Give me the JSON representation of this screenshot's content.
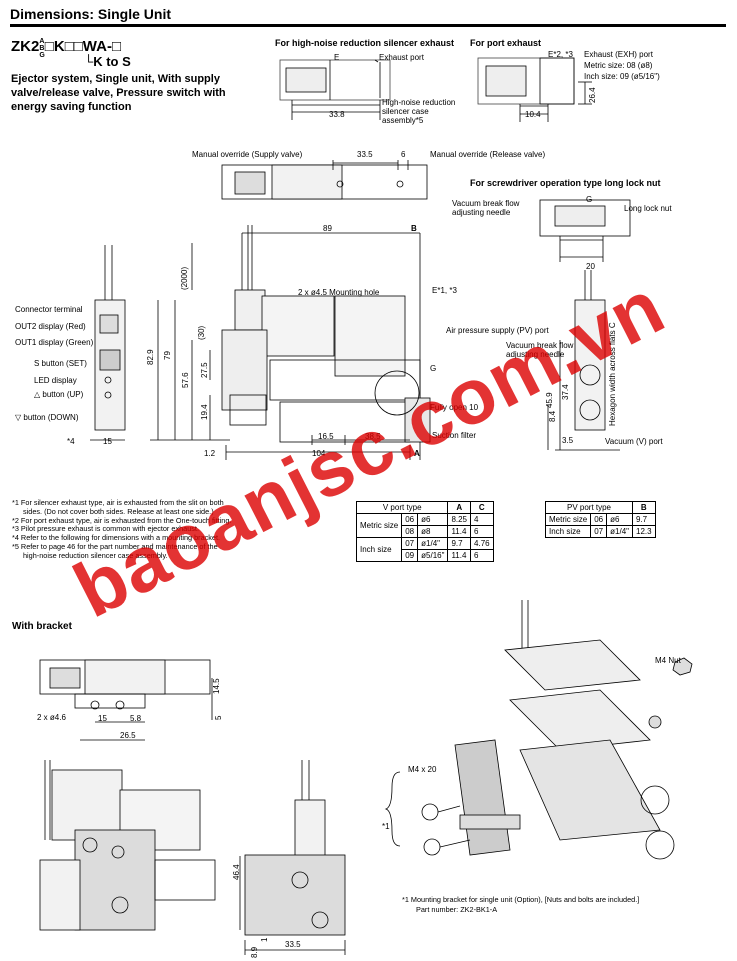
{
  "header": {
    "title": "Dimensions: Single Unit"
  },
  "model": {
    "prefix": "ZK2",
    "sub_top": "A",
    "sub_mid": "B",
    "sub_bot": "G",
    "rest": "□K□□WA-□",
    "kto": "└K to S"
  },
  "description": "Ejector system, Single unit, With supply valve/release valve, Pressure switch with energy saving function",
  "sections": {
    "silencer": "For high-noise reduction silencer exhaust",
    "port_exhaust": "For port exhaust",
    "screwdriver": "For screwdriver operation type long lock nut",
    "bracket": "With bracket"
  },
  "labels": {
    "E": "E",
    "exhaust_port": "Exhaust port",
    "silencer_case": "High-noise reduction silencer case assembly*5",
    "dim_33_8": "33.8",
    "e23": "E*2, *3",
    "exh_port": "Exhaust (EXH) port",
    "metric_exh": "Metric size: 08 (ø8)",
    "inch_exh": "Inch size: 09 (ø5/16\")",
    "dim_10_4": "10.4",
    "dim_26_4": "26.4",
    "mo_supply": "Manual override (Supply valve)",
    "mo_release": "Manual override (Release valve)",
    "dim_33_5": "33.5",
    "dim_6": "6",
    "G": "G",
    "vac_break_needle": "Vacuum break flow adjusting needle",
    "long_lock_nut": "Long lock nut",
    "dim_20": "20",
    "dim_89": "89",
    "B": "B",
    "dim_2000": "(2000)",
    "mount_hole": "2 x ø4.5 Mounting hole",
    "e13": "E*1, *3",
    "connector": "Connector terminal",
    "out2": "OUT2 display (Red)",
    "out1": "OUT1 display (Green)",
    "s_button": "S button (SET)",
    "led": "LED display",
    "up_btn": "△ button (UP)",
    "down_btn": "▽ button (DOWN)",
    "star4": "*4",
    "dim_15": "15",
    "dim_30": "(30)",
    "dim_82_9": "82.9",
    "dim_79": "79",
    "dim_57_6": "57.6",
    "dim_27_5": "27.5",
    "dim_19_4": "19.4",
    "fully_open": "Fully open 10",
    "dim_16_5": "16.5",
    "dim_38_5": "38.5",
    "suction_filter": "Suction filter",
    "dim_1_2": "1.2",
    "dim_104": "104",
    "A": "A",
    "air_supply": "Air pressure supply (PV) port",
    "vac_break2": "Vacuum break flow adjusting needle",
    "hex": "Hexagon width across flats C",
    "dim_45_9": "45.9",
    "dim_37_4": "37.4",
    "dim_8_4": "8.4",
    "dim_3_5": "3.5",
    "vac_port": "Vacuum (V) port",
    "m4_nut": "M4 Nut",
    "m4x20": "M4 x 20",
    "star1": "*1",
    "dim_14_5": "14.5",
    "dim_2x46": "2 x ø4.6",
    "dim_15b": "15",
    "dim_5_8": "5.8",
    "dim_5": "5",
    "dim_26_5": "26.5",
    "dim_46_4": "46.4",
    "dim_33_5b": "33.5",
    "dim_8_9": "8.9",
    "dim_1": "1"
  },
  "notes": [
    "*1  For silencer exhaust type, air is exhausted from the slit on both",
    "sides. (Do not cover both sides. Release at least one side.)",
    "*2  For port exhaust type, air is exhausted from the One-touch fitting.",
    "*3  Pilot pressure exhaust is common with ejector exhaust.",
    "*4  Refer to the following for dimensions with a mounting bracket.",
    "*5  Refer to page 46 for the part number and maintenance of the",
    "high-noise reduction silencer case assembly."
  ],
  "vtable": {
    "header": [
      "V port type",
      "A",
      "C"
    ],
    "rows": [
      [
        "Metric size",
        "06",
        "ø6",
        "8.25",
        "4"
      ],
      [
        "",
        "08",
        "ø8",
        "11.4",
        "6"
      ],
      [
        "Inch size",
        "07",
        "ø1/4\"",
        "9.7",
        "4.76"
      ],
      [
        "",
        "09",
        "ø5/16\"",
        "11.4",
        "6"
      ]
    ]
  },
  "pvtable": {
    "header": [
      "PV port type",
      "B"
    ],
    "rows": [
      [
        "Metric size",
        "06",
        "ø6",
        "9.7"
      ],
      [
        "Inch size",
        "07",
        "ø1/4\"",
        "12.3"
      ]
    ]
  },
  "bracket_note": [
    "*1  Mounting bracket for single unit (Option), [Nuts and bolts are included.]",
    "Part number: ZK2-BK1-A"
  ],
  "watermark": "baoanjsc.com.vn"
}
